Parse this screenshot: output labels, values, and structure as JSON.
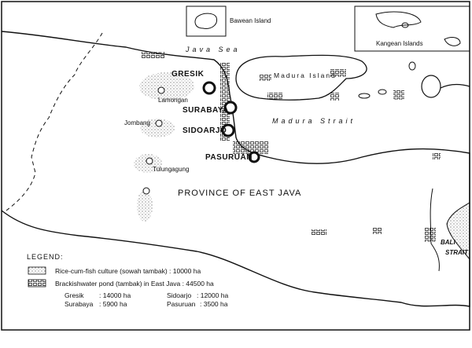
{
  "map": {
    "insets": {
      "bawean": "Bawean Island",
      "kangean": "Kangean Islands"
    },
    "seas": {
      "java_sea": "Java Sea",
      "madura_strait": "Madura Strait",
      "bali_strait_1": "BALI",
      "bali_strait_2": "STRAIT"
    },
    "islands": {
      "madura": "Madura Island"
    },
    "province": "PROVINCE OF EAST JAVA",
    "major_towns": [
      "GRESIK",
      "SURABAYA",
      "SIDOARJO",
      "PASURUAN"
    ],
    "minor_towns": [
      "Lamongan",
      "Jombang",
      "Tulungagung"
    ]
  },
  "legend": {
    "title": "LEGEND:",
    "items": [
      {
        "label": "Rice-cum-fish culture (sowah tambak) : 10000 ha",
        "pattern": "stipple"
      },
      {
        "label": "Brackishwater pond (tambak) in East Java : 44500 ha",
        "pattern": "squares"
      }
    ],
    "breakdown": [
      {
        "name": "Gresik",
        "value": ": 14000 ha"
      },
      {
        "name": "Sidoarjo",
        "value": ": 12000 ha"
      },
      {
        "name": "Surabaya",
        "value": ": 5900 ha"
      },
      {
        "name": "Pasuruan",
        "value": ": 3500 ha"
      }
    ]
  }
}
